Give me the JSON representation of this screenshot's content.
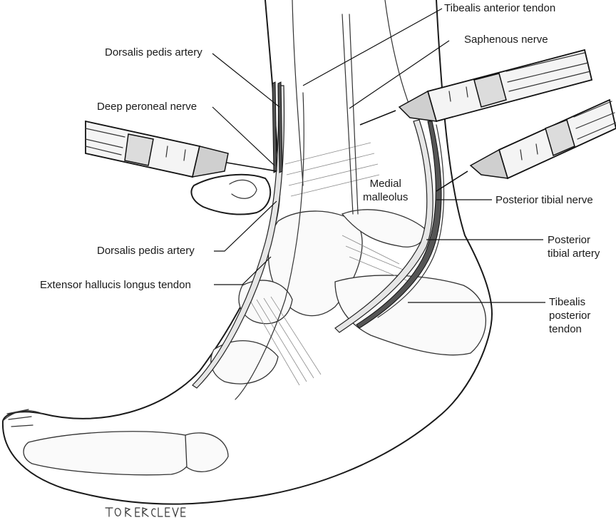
{
  "labels": {
    "dorsalis_pedis_artery_top": "Dorsalis pedis artery",
    "deep_peroneal_nerve": "Deep peroneal nerve",
    "dorsalis_pedis_artery_bottom": "Dorsalis pedis artery",
    "extensor_hallucis_longus_tendon": "Extensor hallucis longus tendon",
    "tibealis_anterior_tendon": "Tibealis anterior tendon",
    "saphenous_nerve": "Saphenous nerve",
    "medial_malleolus": "Medial\nmalleolus",
    "posterior_tibial_nerve": "Posterior tibial nerve",
    "posterior_tibial_artery": "Posterior\ntibial artery",
    "tibealis_posterior_tendon": "Tibealis\nposterior\ntendon"
  },
  "signature": "TOR ERCLEVE"
}
